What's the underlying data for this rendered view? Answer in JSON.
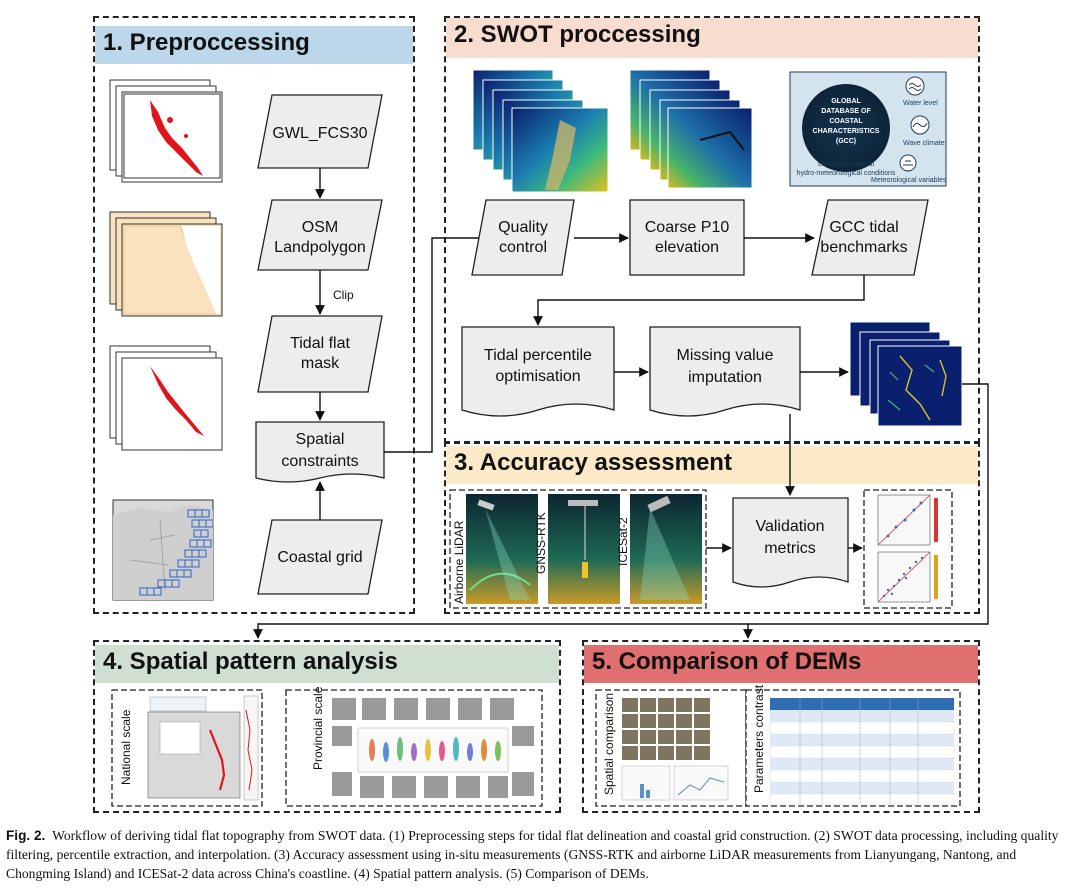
{
  "sections": {
    "s1": "1. Preproccessing",
    "s2": "2. SWOT proccessing",
    "s3": "3. Accuracy assessment",
    "s4": "4. Spatial pattern analysis",
    "s5": "5. Comparison of DEMs"
  },
  "nodes": {
    "gwl": "GWL_FCS30",
    "osm1": "OSM",
    "osm2": "Landpolygon",
    "clip": "Clip",
    "mask1": "Tidal flat",
    "mask2": "mask",
    "spatial1": "Spatial",
    "spatial2": "constraints",
    "grid": "Coastal grid",
    "qc1": "Quality",
    "qc2": "control",
    "p10a": "Coarse P10",
    "p10b": "elevation",
    "gcc1": "GCC tidal",
    "gcc2": "benchmarks",
    "tpo1": "Tidal percentile",
    "tpo2": "optimisation",
    "miss1": "Missing value",
    "miss2": "imputation",
    "val1": "Validation",
    "val2": "metrics"
  },
  "gcc": {
    "title1": "GLOBAL",
    "title2": "DATABASE OF",
    "title3": "COASTAL",
    "title4": "CHARACTERISTICS",
    "title5": "(GCC)",
    "water": "Water level",
    "wave": "Wave climate",
    "meteo": "Meteorological variables",
    "foot1": "Long-term coastal",
    "foot2": "hydro-meteorological conditions"
  },
  "sat_labels": {
    "lidar": "Airborne LiDAR",
    "gnss": "GNSS-RTK",
    "icesat": "ICESat-2"
  },
  "panel_labels": {
    "national": "National scale",
    "provincial": "Provincial scale",
    "spatial_comp": "Spatial comparison",
    "params": "Parameters contrast"
  },
  "caption": {
    "fig": "Fig. 2.",
    "text": "Workflow of deriving tidal flat topography from SWOT data. (1) Preprocessing steps for tidal flat delineation and coastal grid construction. (2) SWOT data processing, including quality filtering, percentile extraction, and interpolation. (3) Accuracy assessment using in-situ measurements (GNSS-RTK and airborne LiDAR measurements from Lianyungang, Nantong, and Chongming Island) and ICESat-2 data across China's coastline. (4) Spatial pattern analysis. (5) Comparison of DEMs."
  },
  "colors": {
    "s1": "#bcd7ea",
    "s2": "#f7dccf",
    "s3": "#fbe9c8",
    "s4": "#cfe0d2",
    "s5": "#e06f6f",
    "mask_red": "#e0141a",
    "land_tan": "#f9e2bd",
    "swot_dark": "#0a1f6e"
  }
}
